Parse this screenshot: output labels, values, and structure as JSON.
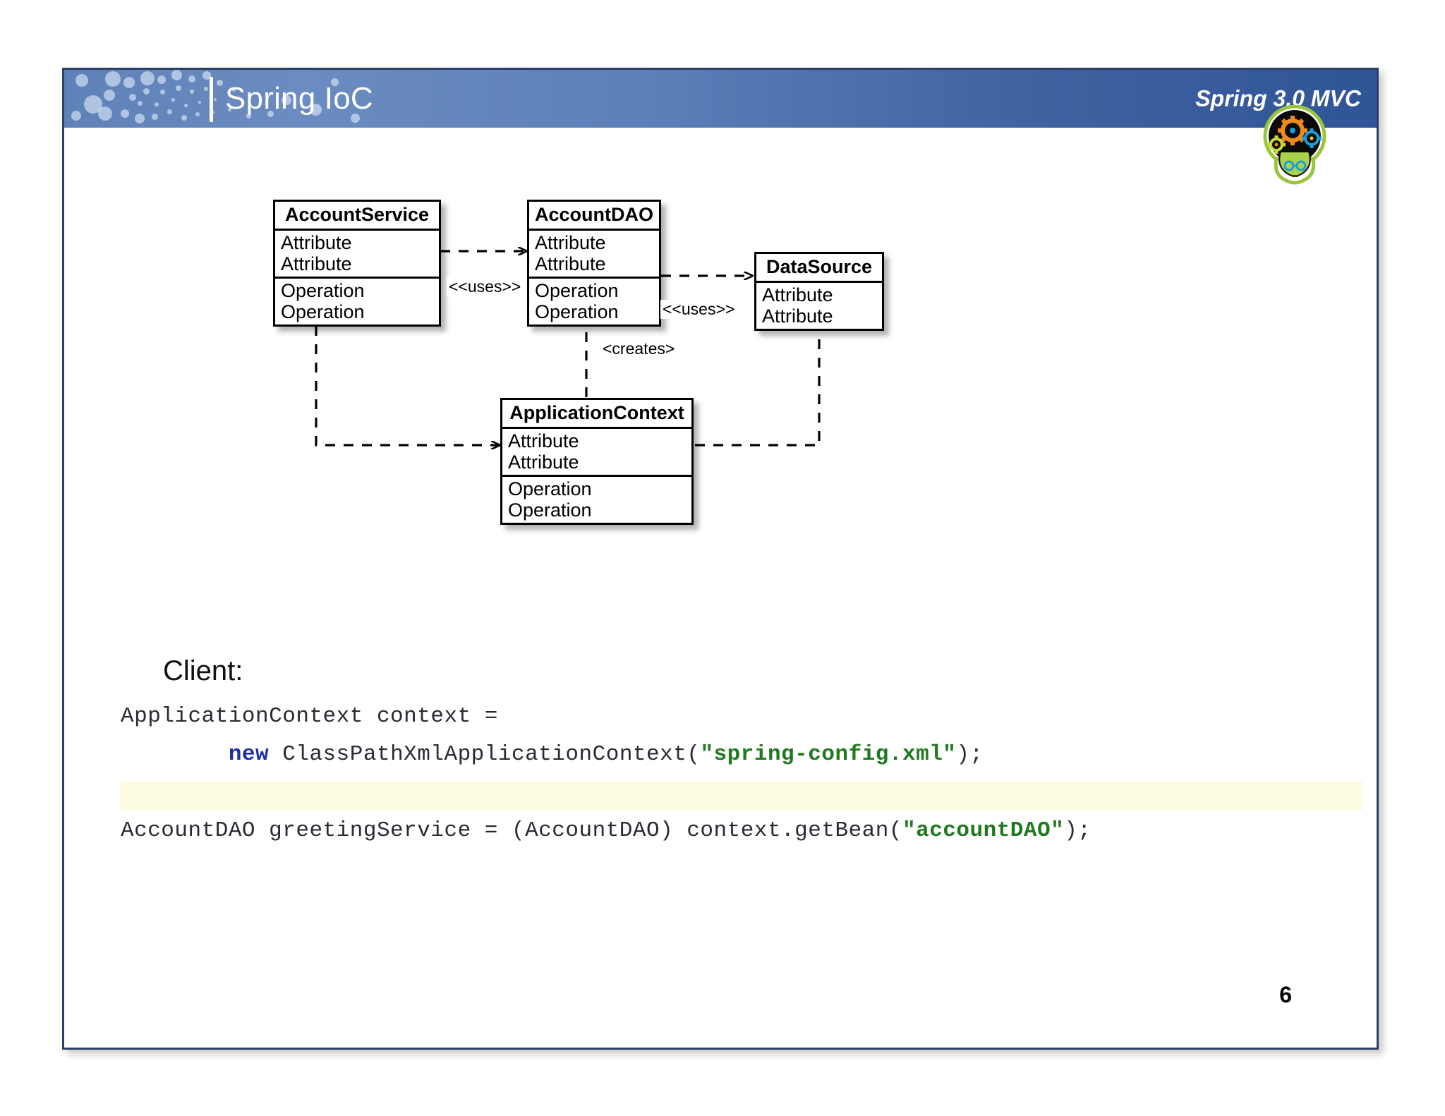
{
  "header": {
    "title": "Spring IoC",
    "right_label": "Spring 3.0 MVC",
    "logo_name": "gear-head-logo"
  },
  "diagram": {
    "type": "uml-class-diagram",
    "classes": [
      {
        "id": "account-service",
        "name": "AccountService",
        "attributes": [
          "Attribute",
          "Attribute"
        ],
        "operations": [
          "Operation",
          "Operation"
        ]
      },
      {
        "id": "account-dao",
        "name": "AccountDAO",
        "attributes": [
          "Attribute",
          "Attribute"
        ],
        "operations": [
          "Operation",
          "Operation"
        ]
      },
      {
        "id": "data-source",
        "name": "DataSource",
        "attributes": [
          "Attribute",
          "Attribute"
        ],
        "operations": []
      },
      {
        "id": "application-context",
        "name": "ApplicationContext",
        "attributes": [
          "Attribute",
          "Attribute"
        ],
        "operations": [
          "Operation",
          "Operation"
        ]
      }
    ],
    "edges": [
      {
        "id": "uses-service-dao",
        "from": "AccountService",
        "to": "AccountDAO",
        "label": "<<uses>>",
        "style": "dashed-arrow"
      },
      {
        "id": "uses-dao-datasource",
        "from": "AccountDAO",
        "to": "DataSource",
        "label": "<<uses>>",
        "style": "dashed-arrow"
      },
      {
        "id": "creates-context-dao",
        "from": "ApplicationContext",
        "to": "AccountDAO",
        "label": "<creates>",
        "style": "dashed-arrow"
      },
      {
        "id": "context-service",
        "from": "AccountService",
        "to": "ApplicationContext",
        "label": "",
        "style": "dashed-arrow"
      },
      {
        "id": "context-datasource",
        "from": "ApplicationContext",
        "to": "DataSource",
        "label": "",
        "style": "dashed-arrow"
      }
    ]
  },
  "client": {
    "label": "Client:",
    "code": {
      "line1": "ApplicationContext context =",
      "line2_indent": "        ",
      "line2_kw": "new",
      "line2_mid": " ClassPathXmlApplicationContext(",
      "line2_str": "\"spring-config.xml\"",
      "line2_end": ");",
      "line3_pre": "AccountDAO greetingService = (AccountDAO) context.getBean(",
      "line3_str": "\"accountDAO\"",
      "line3_end": ");"
    }
  },
  "footer": {
    "page_number": "6"
  },
  "colors": {
    "header_left": "#5e81b8",
    "header_right": "#2f5596",
    "frame_border": "#2c3f66",
    "code_keyword": "#1c2ea8",
    "code_string": "#1f7a1f",
    "code_highlight_band": "#fdfbe0"
  }
}
